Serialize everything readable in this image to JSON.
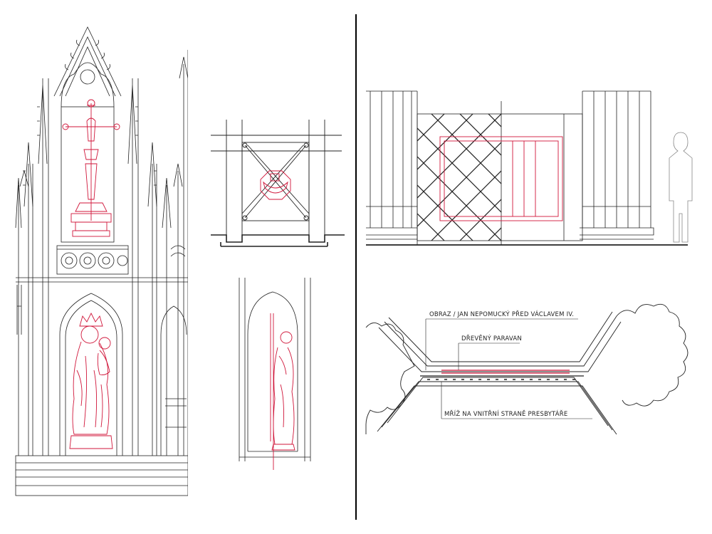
{
  "plan": {
    "label_painting": "OBRAZ / JAN NEPOMUCKÝ PŘED VÁCLAVEM IV.",
    "label_screen": "DŘEVĚNÝ PARAVAN",
    "label_grille": "MŘÍŽ NA VNITŘNÍ STRANĚ PRESBYTÁŘE"
  },
  "colors": {
    "line": "#222222",
    "accent": "#d0163a",
    "light": "#9a9a9a"
  }
}
